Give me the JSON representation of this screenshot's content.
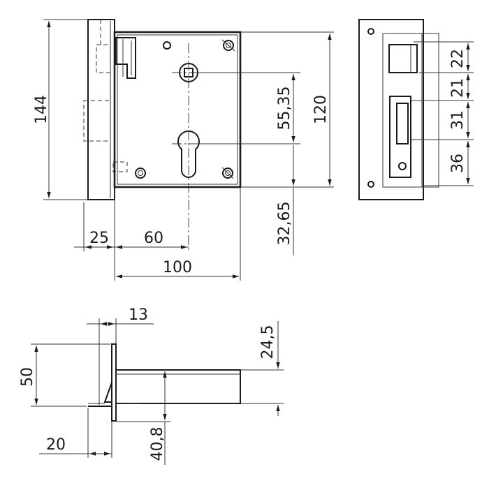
{
  "dimensions": {
    "d144": "144",
    "d120": "120",
    "d55_35": "55,35",
    "d32_65": "32,65",
    "d25": "25",
    "d60": "60",
    "d100": "100",
    "d22": "22",
    "d21": "21",
    "d31": "31",
    "d36": "36",
    "d13": "13",
    "d24_5": "24,5",
    "d50": "50",
    "d20": "20",
    "d40_8": "40,8"
  }
}
